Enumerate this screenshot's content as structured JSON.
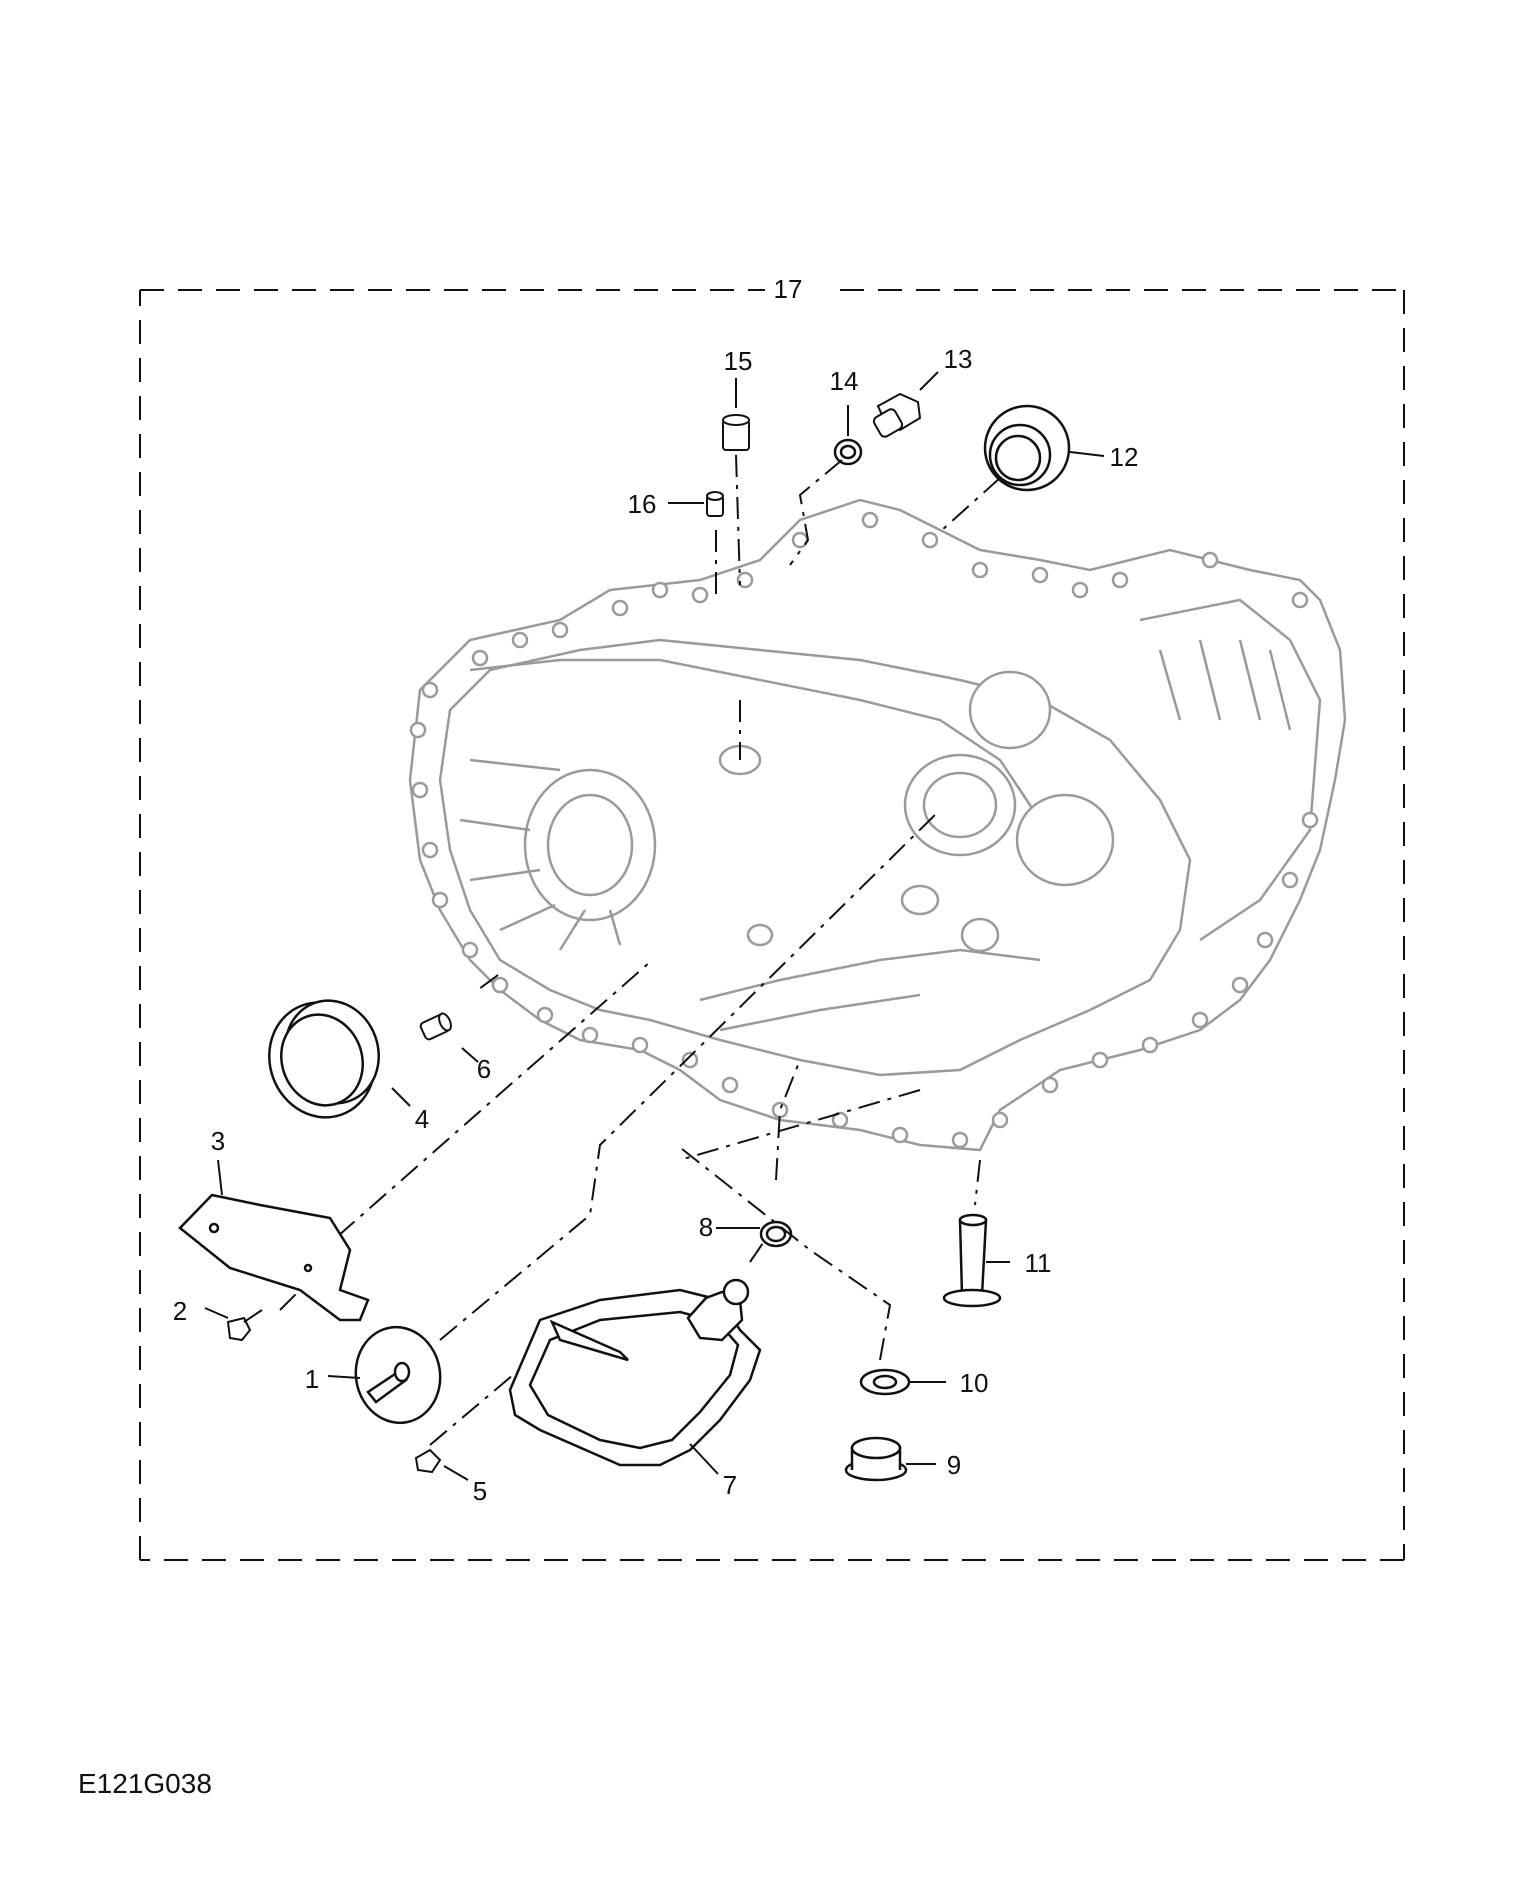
{
  "figure_code": "E121G038",
  "callouts": [
    {
      "id": "c1",
      "text": "1"
    },
    {
      "id": "c2",
      "text": "2"
    },
    {
      "id": "c3",
      "text": "3"
    },
    {
      "id": "c4",
      "text": "4"
    },
    {
      "id": "c5",
      "text": "5"
    },
    {
      "id": "c6",
      "text": "6"
    },
    {
      "id": "c7",
      "text": "7"
    },
    {
      "id": "c8",
      "text": "8"
    },
    {
      "id": "c9",
      "text": "9"
    },
    {
      "id": "c10",
      "text": "10"
    },
    {
      "id": "c11",
      "text": "11"
    },
    {
      "id": "c12",
      "text": "12"
    },
    {
      "id": "c13",
      "text": "13"
    },
    {
      "id": "c14",
      "text": "14"
    },
    {
      "id": "c15",
      "text": "15"
    },
    {
      "id": "c16",
      "text": "16"
    },
    {
      "id": "c17",
      "text": "17"
    }
  ],
  "colors": {
    "line": "#111111",
    "housing_line": "#9a9a9a",
    "background": "#ffffff"
  }
}
